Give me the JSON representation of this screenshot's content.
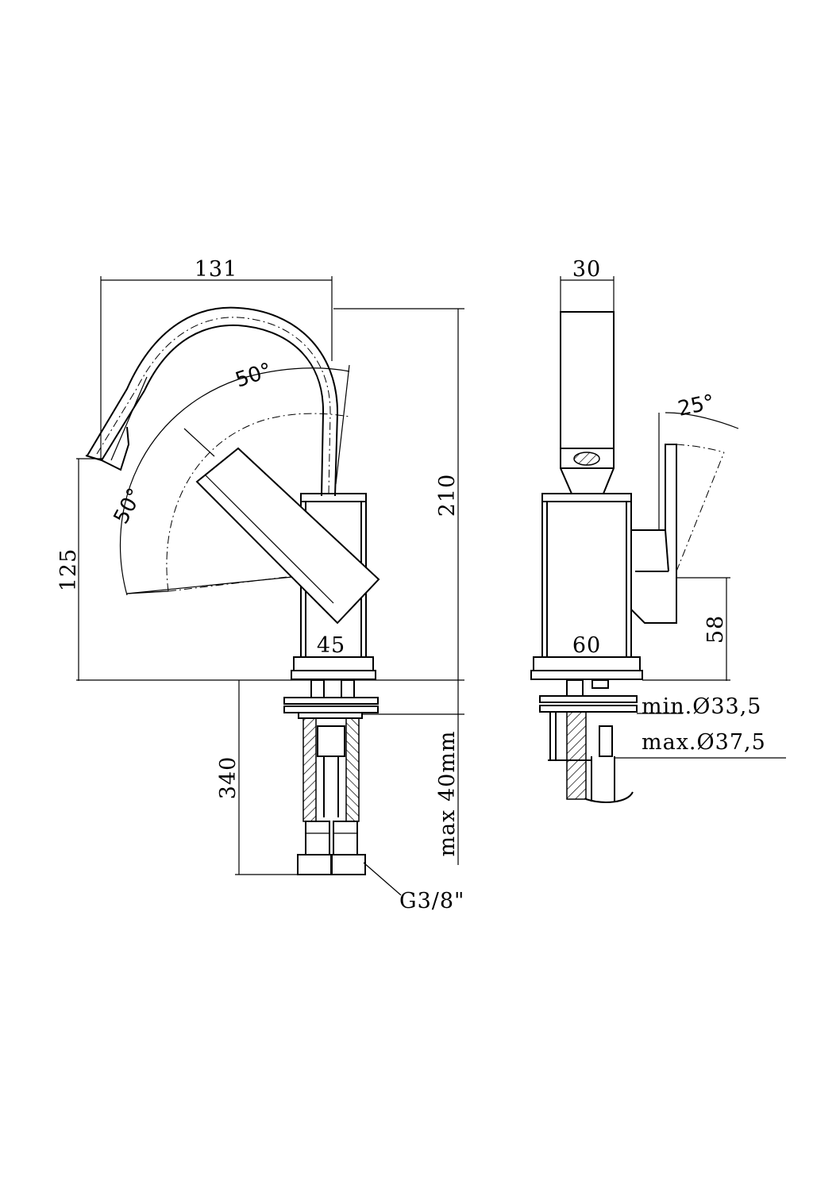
{
  "front_view": {
    "width_131": "131",
    "height_210": "210",
    "height_125": "125",
    "body_45": "45",
    "angle_spout": "50°",
    "angle_lever": "50°",
    "hose_340": "340",
    "max_40mm": "max 40mm",
    "thread": "G3/8\""
  },
  "side_view": {
    "top_30": "30",
    "body_60": "60",
    "lever_25": "25°",
    "height_58": "58",
    "min_diameter": "min.Ø33,5",
    "max_diameter": "max.Ø37,5"
  }
}
